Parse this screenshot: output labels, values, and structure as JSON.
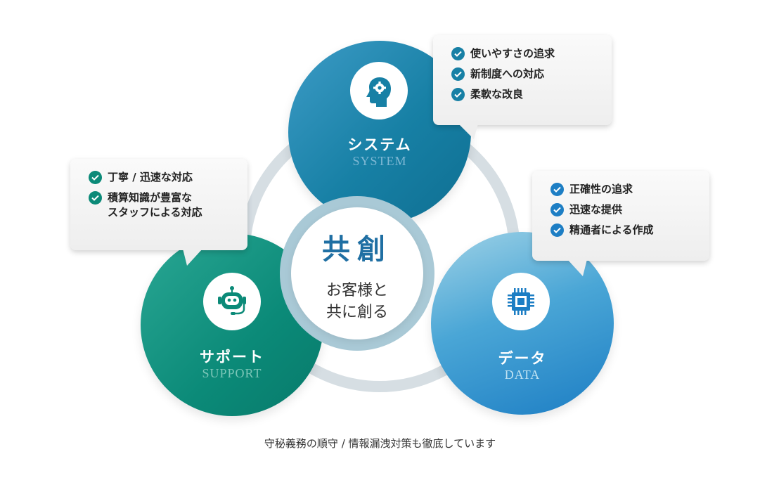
{
  "center": {
    "title": "共創",
    "subtitle_line1": "お客様と",
    "subtitle_line2": "共に創る"
  },
  "system": {
    "label_jp": "システム",
    "label_en": "SYSTEM",
    "icon": "head-gear-icon",
    "color": "#1780a5",
    "items": [
      "使いやすさの追求",
      "新制度への対応",
      "柔軟な改良"
    ]
  },
  "support": {
    "label_jp": "サポート",
    "label_en": "SUPPORT",
    "icon": "robot-headset-icon",
    "color": "#0b8a78",
    "items": [
      "丁寧 / 迅速な対応",
      "積算知識が豊富な\nスタッフによる対応"
    ]
  },
  "data": {
    "label_jp": "データ",
    "label_en": "DATA",
    "icon": "chip-icon",
    "color": "#1d7ec4",
    "items": [
      "正確性の追求",
      "迅速な提供",
      "精通者による作成"
    ]
  },
  "footer": "守秘義務の順守 / 情報漏洩対策も徹底しています"
}
